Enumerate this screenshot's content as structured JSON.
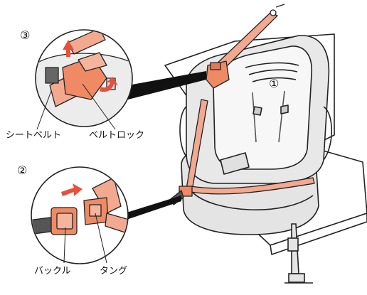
{
  "colors": {
    "belt": "#f2a98f",
    "belt_dark": "#e0785a",
    "lock": "#ef8a65",
    "seat_shell": "#e6e6e6",
    "seat_pad": "#f7f7f7",
    "outline": "#222222",
    "arrow": "#e8503a"
  },
  "steps": {
    "step1": "①",
    "step2": "②",
    "step3": "③"
  },
  "labels": {
    "seat_belt": "シートベルト",
    "belt_lock": "ベルトロック",
    "buckle": "バックル",
    "tongue": "タング"
  },
  "icons": [
    "arrow-up-icon",
    "arrow-curved-icon",
    "arrow-right-icon"
  ]
}
